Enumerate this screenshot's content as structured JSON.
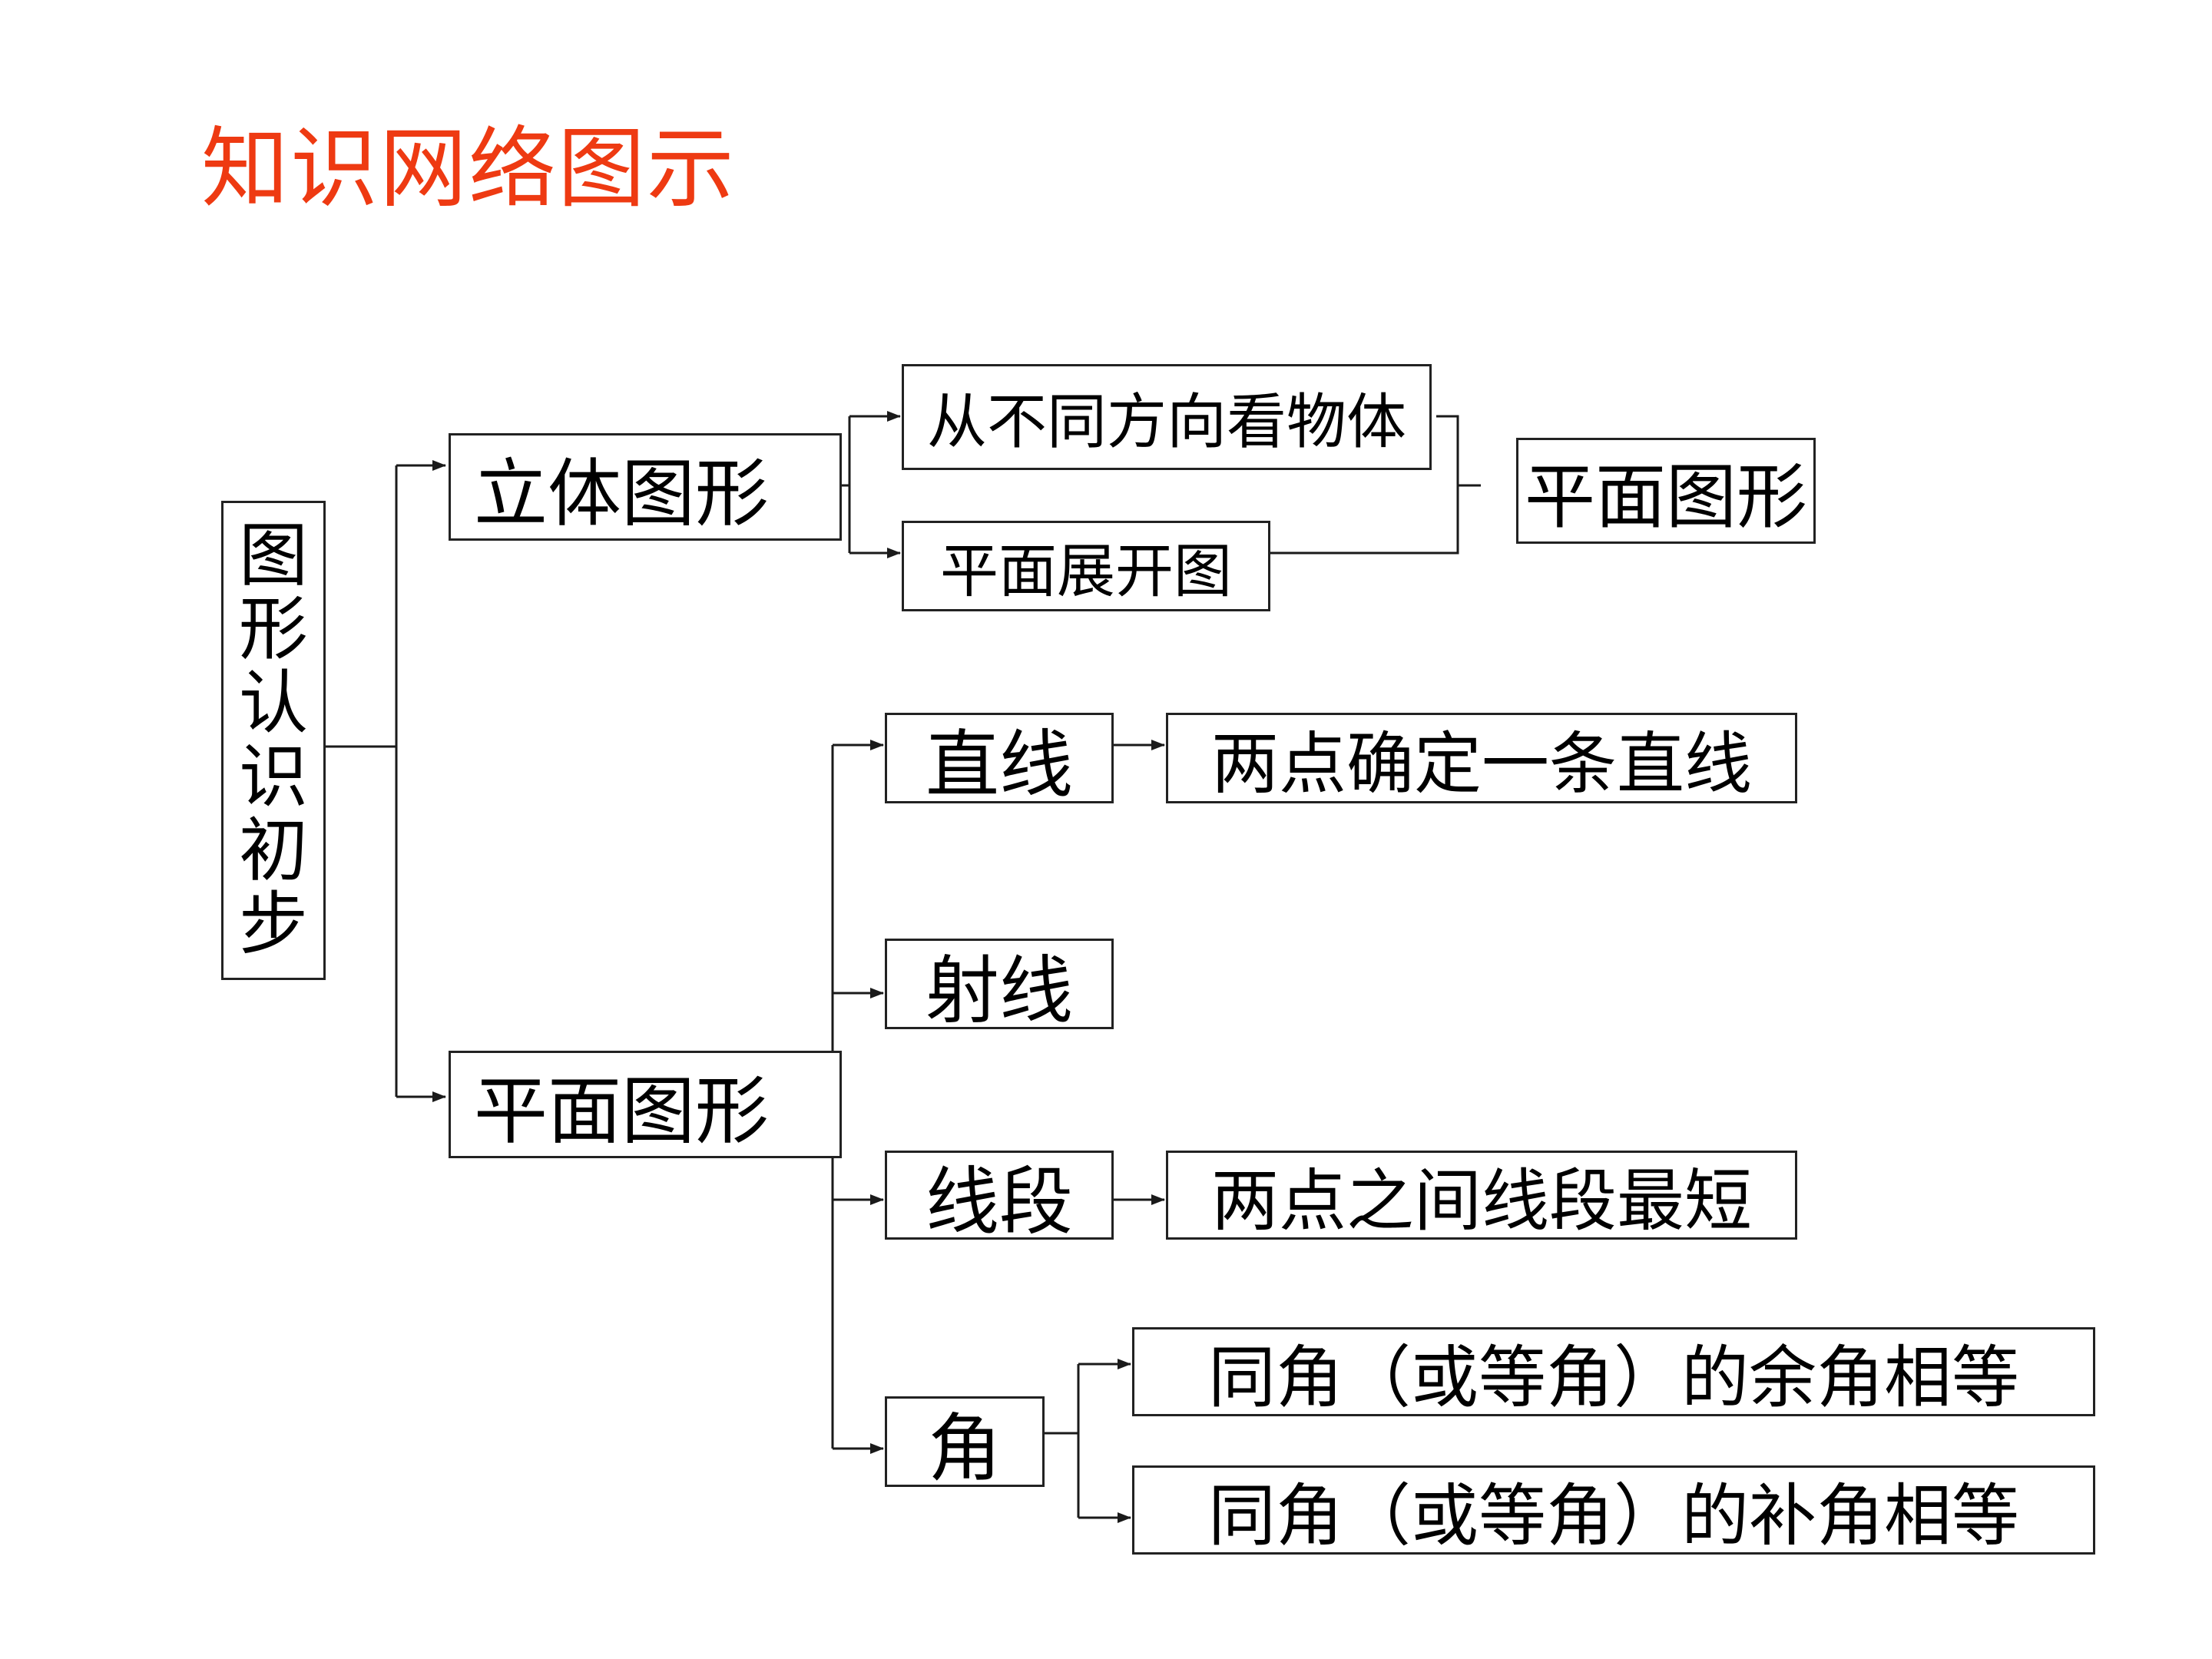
{
  "title": "知识网络图示",
  "colors": {
    "title": "#ee3a12",
    "line": "#1a1a1a"
  },
  "diagram": {
    "root": {
      "chars": [
        "图",
        "形",
        "认",
        "识",
        "初",
        "步"
      ]
    },
    "solid": {
      "label": "立体图形",
      "views": "从不同方向看物体",
      "unfold": "平面展开图",
      "result": "平面图形"
    },
    "plane": {
      "label": "平面图形",
      "line": {
        "label": "直线",
        "property": "两点确定一条直线"
      },
      "ray": {
        "label": "射线"
      },
      "segment": {
        "label": "线段",
        "property": "两点之间线段最短"
      },
      "angle": {
        "label": "角",
        "complement": "同角（或等角）的余角相等",
        "supplement": "同角（或等角）的补角相等"
      }
    }
  }
}
